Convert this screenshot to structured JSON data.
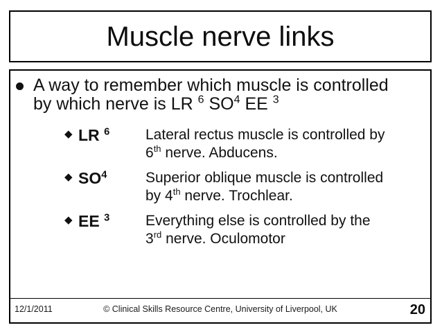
{
  "slide": {
    "title": "Muscle nerve links",
    "main_bullet": {
      "line1": "A way to remember which muscle is controlled",
      "line2_runs": [
        "by which nerve is LR ",
        "6",
        " SO",
        "4",
        " EE ",
        "3"
      ]
    },
    "sub_bullets": [
      {
        "marker": "◆",
        "term_runs": [
          "LR ",
          "6"
        ],
        "desc_line1": "Lateral rectus muscle is controlled by",
        "desc_line2_runs": [
          "6",
          "th",
          " nerve. Abducens."
        ]
      },
      {
        "marker": "◆",
        "term_runs": [
          "SO",
          "4"
        ],
        "desc_line1": "Superior oblique muscle is controlled",
        "desc_line2_runs": [
          "by 4",
          "th",
          " nerve. Trochlear."
        ]
      },
      {
        "marker": "◆",
        "term_runs": [
          "EE ",
          "3"
        ],
        "desc_line1": "Everything else is controlled by the",
        "desc_line2_runs": [
          "3",
          "rd",
          " nerve. Oculomotor"
        ]
      }
    ],
    "footer": {
      "date": "12/1/2011",
      "copyright": "© Clinical Skills Resource Centre, University of Liverpool, UK",
      "page_number": "20"
    },
    "colors": {
      "background": "#ffffff",
      "border": "#000000",
      "text": "#111111"
    }
  }
}
